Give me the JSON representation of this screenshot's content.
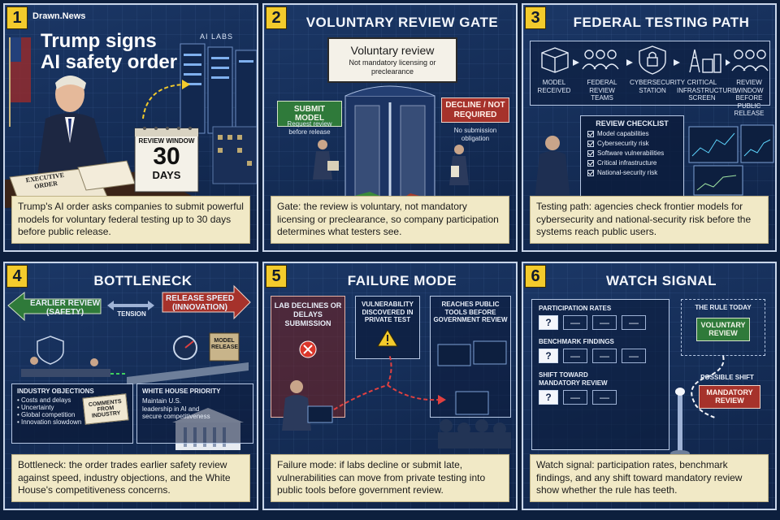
{
  "brand": "Drawn.News",
  "panel1": {
    "number": "1",
    "headline_line1": "Trump signs",
    "headline_line2": "AI safety order",
    "ai_labs": "AI LABS",
    "calendar_header": "REVIEW WINDOW",
    "calendar_number": "30",
    "calendar_unit": "DAYS",
    "document_label": "EXECUTIVE ORDER",
    "caption": "Trump's AI order asks companies to submit powerful models for voluntary federal testing up to 30 days before public release."
  },
  "panel2": {
    "number": "2",
    "title": "VOLUNTARY REVIEW GATE",
    "banner_title": "Voluntary review",
    "banner_sub": "Not mandatory licensing or preclearance",
    "left_sign": "SUBMIT MODEL",
    "left_note": "Request review before release",
    "right_sign": "DECLINE / NOT REQUIRED",
    "right_note": "No submission obligation",
    "caption": "Gate: the review is voluntary, not mandatory licensing or preclearance, so company participation determines what testers see."
  },
  "panel3": {
    "number": "3",
    "title": "FEDERAL TESTING PATH",
    "steps": [
      {
        "label": "MODEL RECEIVED",
        "icon": "box-icon"
      },
      {
        "label": "FEDERAL REVIEW TEAMS",
        "icon": "team-icon"
      },
      {
        "label": "CYBERSECURITY STATION",
        "icon": "lock-shield-icon"
      },
      {
        "label": "CRITICAL INFRASTRUCTURE SCREEN",
        "icon": "infrastructure-icon"
      },
      {
        "label": "REVIEW WINDOW BEFORE PUBLIC RELEASE",
        "icon": "people-icon"
      }
    ],
    "checklist_title": "REVIEW CHECKLIST",
    "checklist": [
      "Model capabilities",
      "Cybersecurity risk",
      "Software vulnerabilities",
      "Critical infrastructure",
      "National-security risk"
    ],
    "caption": "Testing path: agencies check frontier models for cybersecurity and national-security risk before the systems reach public users."
  },
  "panel4": {
    "number": "4",
    "title": "BOTTLENECK",
    "left_arrow_l1": "EARLIER REVIEW",
    "left_arrow_l2": "(SAFETY)",
    "tension": "TENSION",
    "right_arrow_l1": "RELEASE SPEED",
    "right_arrow_l2": "(INNOVATION)",
    "model_release": "MODEL RELEASE",
    "objections_title": "INDUSTRY OBJECTIONS",
    "objections": [
      "Costs and delays",
      "Uncertainty",
      "Global competition",
      "Innovation slowdown"
    ],
    "comments": "COMMENTS FROM INDUSTRY",
    "wh_title": "WHITE HOUSE PRIORITY",
    "wh_text": "Maintain U.S. leadership in AI and secure competitiveness",
    "caption": "Bottleneck: the order trades earlier safety review against speed, industry objections, and the White House's competitiveness concerns."
  },
  "panel5": {
    "number": "5",
    "title": "FAILURE MODE",
    "box1": "LAB DECLINES OR DELAYS SUBMISSION",
    "box2": "VULNERABILITY DISCOVERED IN PRIVATE TEST",
    "box3": "REACHES PUBLIC TOOLS BEFORE GOVERNMENT REVIEW",
    "caption": "Failure mode: if labs decline or submit late, vulnerabilities can move from private testing into public tools before government review."
  },
  "panel6": {
    "number": "6",
    "title": "WATCH SIGNAL",
    "rows": [
      {
        "label": "PARTICIPATION RATES",
        "q": "?",
        "d1": "—",
        "d2": "—",
        "d3": "—"
      },
      {
        "label": "BENCHMARK FINDINGS",
        "q": "?",
        "d1": "—",
        "d2": "—",
        "d3": "—"
      },
      {
        "label": "SHIFT TOWARD MANDATORY REVIEW",
        "q": "?",
        "d1": "—",
        "d2": "—"
      }
    ],
    "rule_today": "THE RULE TODAY",
    "voluntary": "VOLUNTARY REVIEW",
    "possible_shift": "POSSIBLE SHIFT",
    "mandatory": "MANDATORY REVIEW",
    "caption": "Watch signal: participation rates, benchmark findings, and any shift toward mandatory review show whether the rule has teeth."
  },
  "colors": {
    "accent_yellow": "#f3cb2c",
    "panel_blue": "#1b3766",
    "caption_bg": "#f1e9c6",
    "green": "#2f7a3a",
    "red": "#a6322b"
  }
}
